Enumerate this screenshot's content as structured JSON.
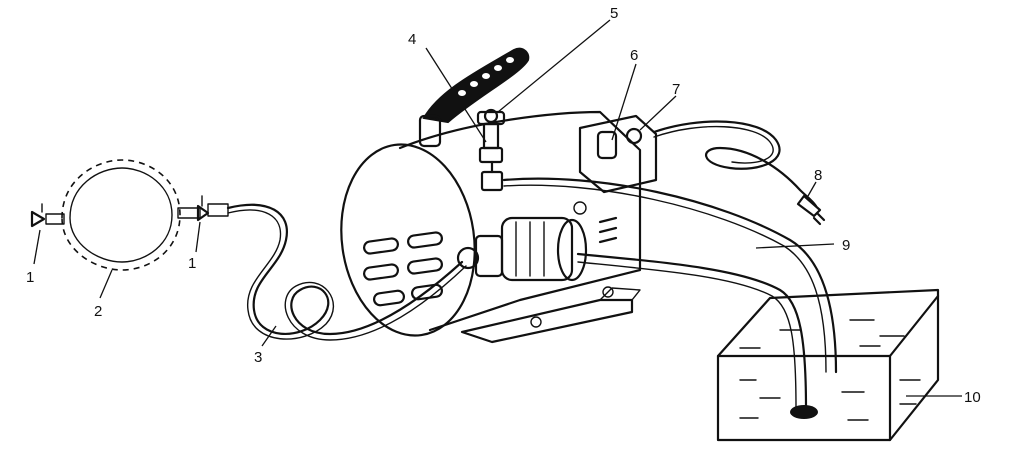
{
  "callouts": {
    "c1_left": "1",
    "c1_right": "1",
    "c2": "2",
    "c3": "3",
    "c4": "4",
    "c5": "5",
    "c6": "6",
    "c7": "7",
    "c8": "8",
    "c9": "9",
    "c10": "10"
  }
}
